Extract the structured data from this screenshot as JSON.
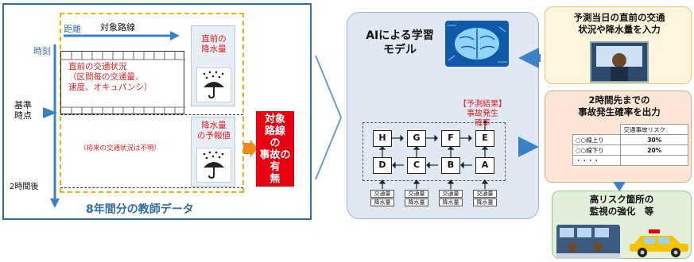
{
  "left": {
    "distance_label": "距離",
    "route_label": "対象路線",
    "time_label": "時刻",
    "base_time_label": "基準\n時点",
    "two_hours_label": "2時間後",
    "traffic_text": "直前の交通状況\n（区間毎の交通量、\n速度、オキュパンシ）",
    "rain_recent": "直前の\n降水量",
    "rain_forecast": "降水量\nの予報値",
    "future_note": "（将来の交通状況は不明）",
    "bottom_title": "8年間分の教師データ",
    "accident_box": "対象\n路線\nの\n事故の有\n無"
  },
  "ai": {
    "title": "AIによる学習\nモデル",
    "result_label": "【予測結果】\n事故発生\n確率",
    "top_nodes": [
      "H",
      "G",
      "F",
      "E"
    ],
    "bottom_nodes": [
      "D",
      "C",
      "B",
      "A"
    ],
    "input_line1": "交通量",
    "input_line2": "降水量"
  },
  "right": {
    "box1": "予測当日の直前の交通\n状況や降水量を入力",
    "box2_title": "2時間先までの\n事故発生確率を出力",
    "table_header": "交通事故リスク",
    "rows": [
      {
        "name": "○○線上り",
        "value": "30%"
      },
      {
        "name": "○○線下り",
        "value": "20%"
      },
      {
        "name": "・・・・",
        "value": ""
      }
    ],
    "box3": "高リスク箇所の\n監視の強化　等"
  },
  "colors": {
    "panel_border": "#2f6ea5",
    "dashed": "#f0b400",
    "accident_red": "#e60012",
    "orange_arrow": "#f08a1c",
    "blue_arrow": "#3c80c8",
    "box1_bg": "#fdf4dc",
    "box2_bg": "#fde6d6",
    "box3_bg": "#e2f0d9"
  }
}
